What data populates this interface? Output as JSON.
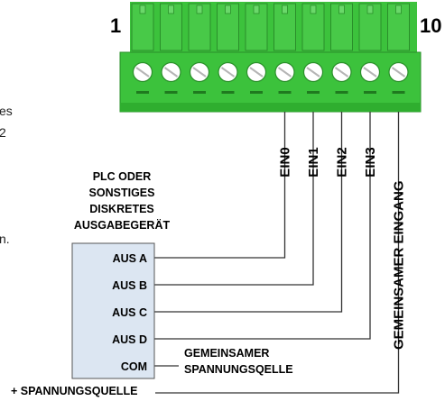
{
  "terminal": {
    "pin_first_label": "1",
    "pin_last_label": "10",
    "pin_count": 10,
    "body_color": "#3cc23c",
    "screw_color": "#ffffff"
  },
  "input_labels": [
    "EIN0",
    "EIN1",
    "EIN2",
    "EIN3",
    "GEMEINSAMER EINGANG"
  ],
  "plc": {
    "title_lines": [
      "PLC ODER",
      "SONSTIGES",
      "DISKRETES",
      "AUSGABEGERÄT"
    ],
    "rows": [
      "AUS A",
      "AUS B",
      "AUS C",
      "AUS D",
      "COM"
    ],
    "box_color": "#dce6f2"
  },
  "common_supply_lines": [
    "GEMEINSAMER",
    "SPANNUNGSQELLE"
  ],
  "supply_label": "+ SPANNUNGSQUELLE",
  "cropped_fragments": [
    "es",
    "2",
    "n."
  ]
}
